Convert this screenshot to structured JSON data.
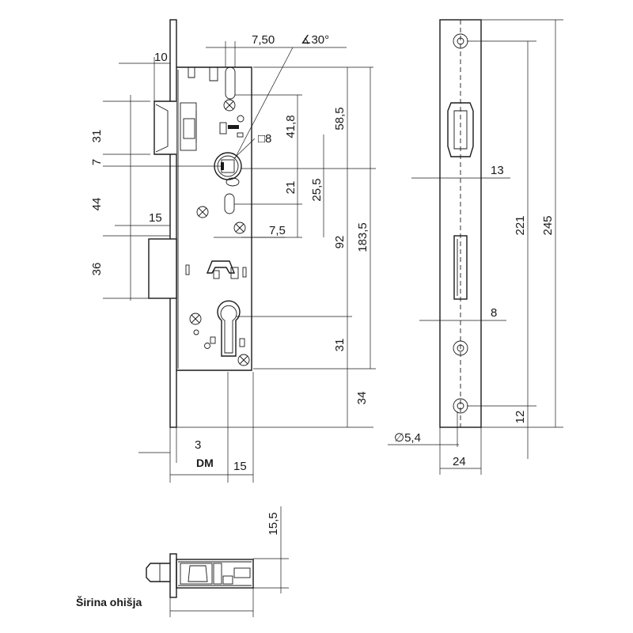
{
  "labels": {
    "d10": "10",
    "d7_50": "7,50",
    "d30deg": "∡30°",
    "d31a": "31",
    "d7": "7",
    "d44": "44",
    "d15a": "15",
    "d36": "36",
    "d58_5": "58,5",
    "d41_8": "41,8",
    "dsq8": "□8",
    "d21": "21",
    "d25_5": "25,5",
    "d92": "92",
    "d7_5": "7,5",
    "d183_5": "183,5",
    "d31b": "31",
    "d34": "34",
    "d3": "3",
    "dm": "DM",
    "d15b": "15",
    "d13": "13",
    "d221": "221",
    "d245": "245",
    "d8": "8",
    "d12": "12",
    "ddia": "∅5,4",
    "d24": "24",
    "d15_5": "15,5",
    "sirina": "Širina ohišja"
  }
}
